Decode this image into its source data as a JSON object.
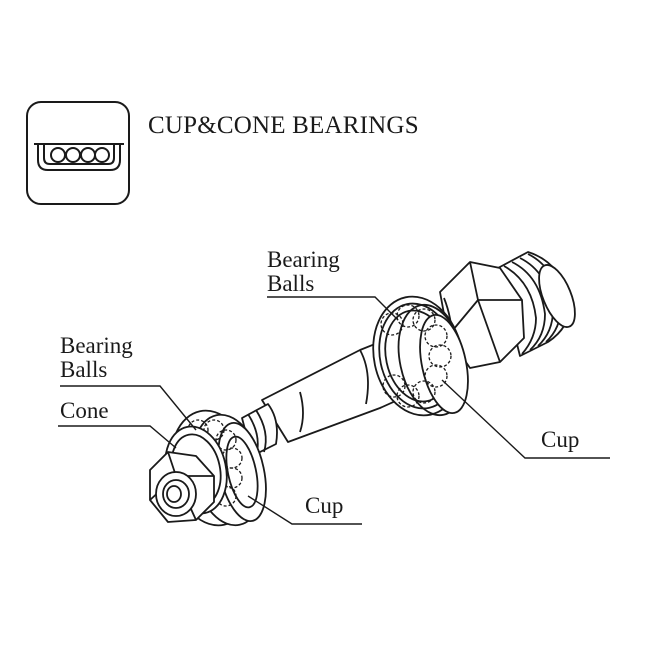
{
  "header": {
    "icon": "cup-and-cone-bearing-icon",
    "title": "CUP&CONE BEARINGS"
  },
  "labels": {
    "bearing_balls_top_line1": "Bearing",
    "bearing_balls_top_line2": "Balls",
    "bearing_balls_left_line1": "Bearing",
    "bearing_balls_left_line2": "Balls",
    "cone": "Cone",
    "cup_right": "Cup",
    "cup_bottom": "Cup"
  },
  "colors": {
    "line": "#1a1a1a",
    "background": "#ffffff"
  }
}
